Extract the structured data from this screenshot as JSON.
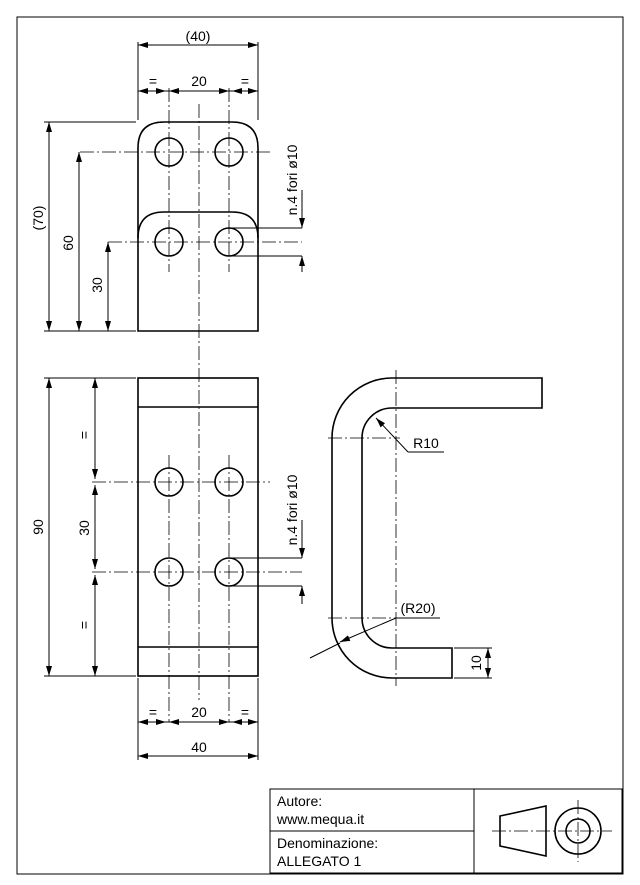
{
  "dimensions": {
    "top_width": "(40)",
    "top_eq_left": "=",
    "top_center": "20",
    "top_eq_right": "=",
    "top_total_height": "(70)",
    "top_60": "60",
    "top_30": "30",
    "top_holes_note": "n.4 fori ø10",
    "front_90": "90",
    "front_eq_upper": "=",
    "front_30": "30",
    "front_eq_lower": "=",
    "front_holes_note": "n.4 fori ø10",
    "bottom_eq_left": "=",
    "bottom_center": "20",
    "bottom_eq_right": "=",
    "bottom_width": "40",
    "side_r10": "R10",
    "side_r20": "(R20)",
    "side_thickness": "10"
  },
  "title_block": {
    "author_label": "Autore:",
    "author_value": "www.mequa.it",
    "name_label": "Denominazione:",
    "name_value": "ALLEGATO 1"
  }
}
